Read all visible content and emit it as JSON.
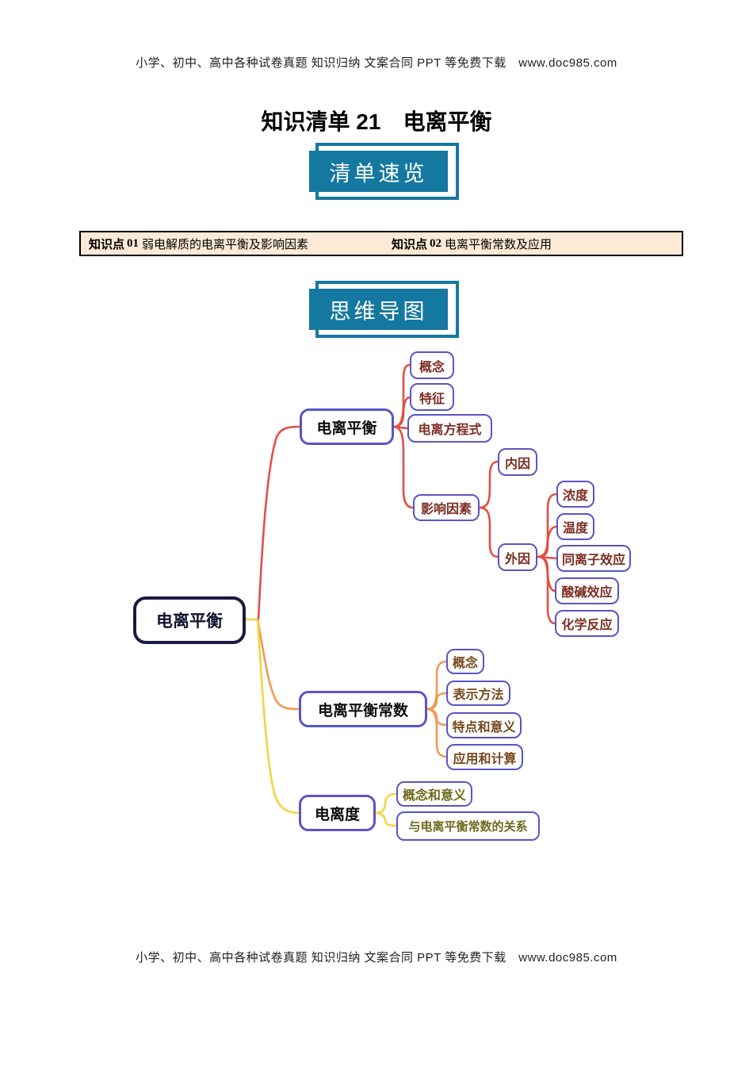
{
  "page": {
    "header_text": "小学、初中、高中各种试卷真题 知识归纳 文案合同 PPT 等免费下载　www.doc985.com",
    "footer_text": "小学、初中、高中各种试卷真题 知识归纳 文案合同 PPT 等免费下载　www.doc985.com",
    "title": "知识清单 21　电离平衡"
  },
  "banners": {
    "overview": "清单速览",
    "mindmap": "思维导图"
  },
  "knowledge_points": [
    {
      "label": "知识点",
      "number": "01",
      "text": "弱电解质的电离平衡及影响因素"
    },
    {
      "label": "知识点",
      "number": "02",
      "text": "电离平衡常数及应用"
    }
  ],
  "mindmap": {
    "root": {
      "label": "电离平衡"
    },
    "branches": [
      {
        "label": "电离平衡",
        "children": [
          {
            "label": "概念"
          },
          {
            "label": "特征"
          },
          {
            "label": "电离方程式"
          },
          {
            "label": "影响因素",
            "children": [
              {
                "label": "内因"
              },
              {
                "label": "外因",
                "children": [
                  {
                    "label": "浓度"
                  },
                  {
                    "label": "温度"
                  },
                  {
                    "label": "同离子效应"
                  },
                  {
                    "label": "酸碱效应"
                  },
                  {
                    "label": "化学反应"
                  }
                ]
              }
            ]
          }
        ]
      },
      {
        "label": "电离平衡常数",
        "children": [
          {
            "label": "概念"
          },
          {
            "label": "表示方法"
          },
          {
            "label": "特点和意义"
          },
          {
            "label": "应用和计算"
          }
        ]
      },
      {
        "label": "电离度",
        "children": [
          {
            "label": "概念和意义"
          },
          {
            "label": "与电离平衡常数的关系"
          }
        ]
      }
    ]
  },
  "colors": {
    "teal": "#1578a0",
    "cream": "#fcead6",
    "navy": "#191942",
    "purple": "#5a54c8",
    "lineRed": "#e34f46",
    "lineOrange": "#f09a52",
    "lineYellow": "#f4d444",
    "textRed": "#7c2d22",
    "textBrown": "#77491d",
    "textOlive": "#6e6a1c"
  }
}
